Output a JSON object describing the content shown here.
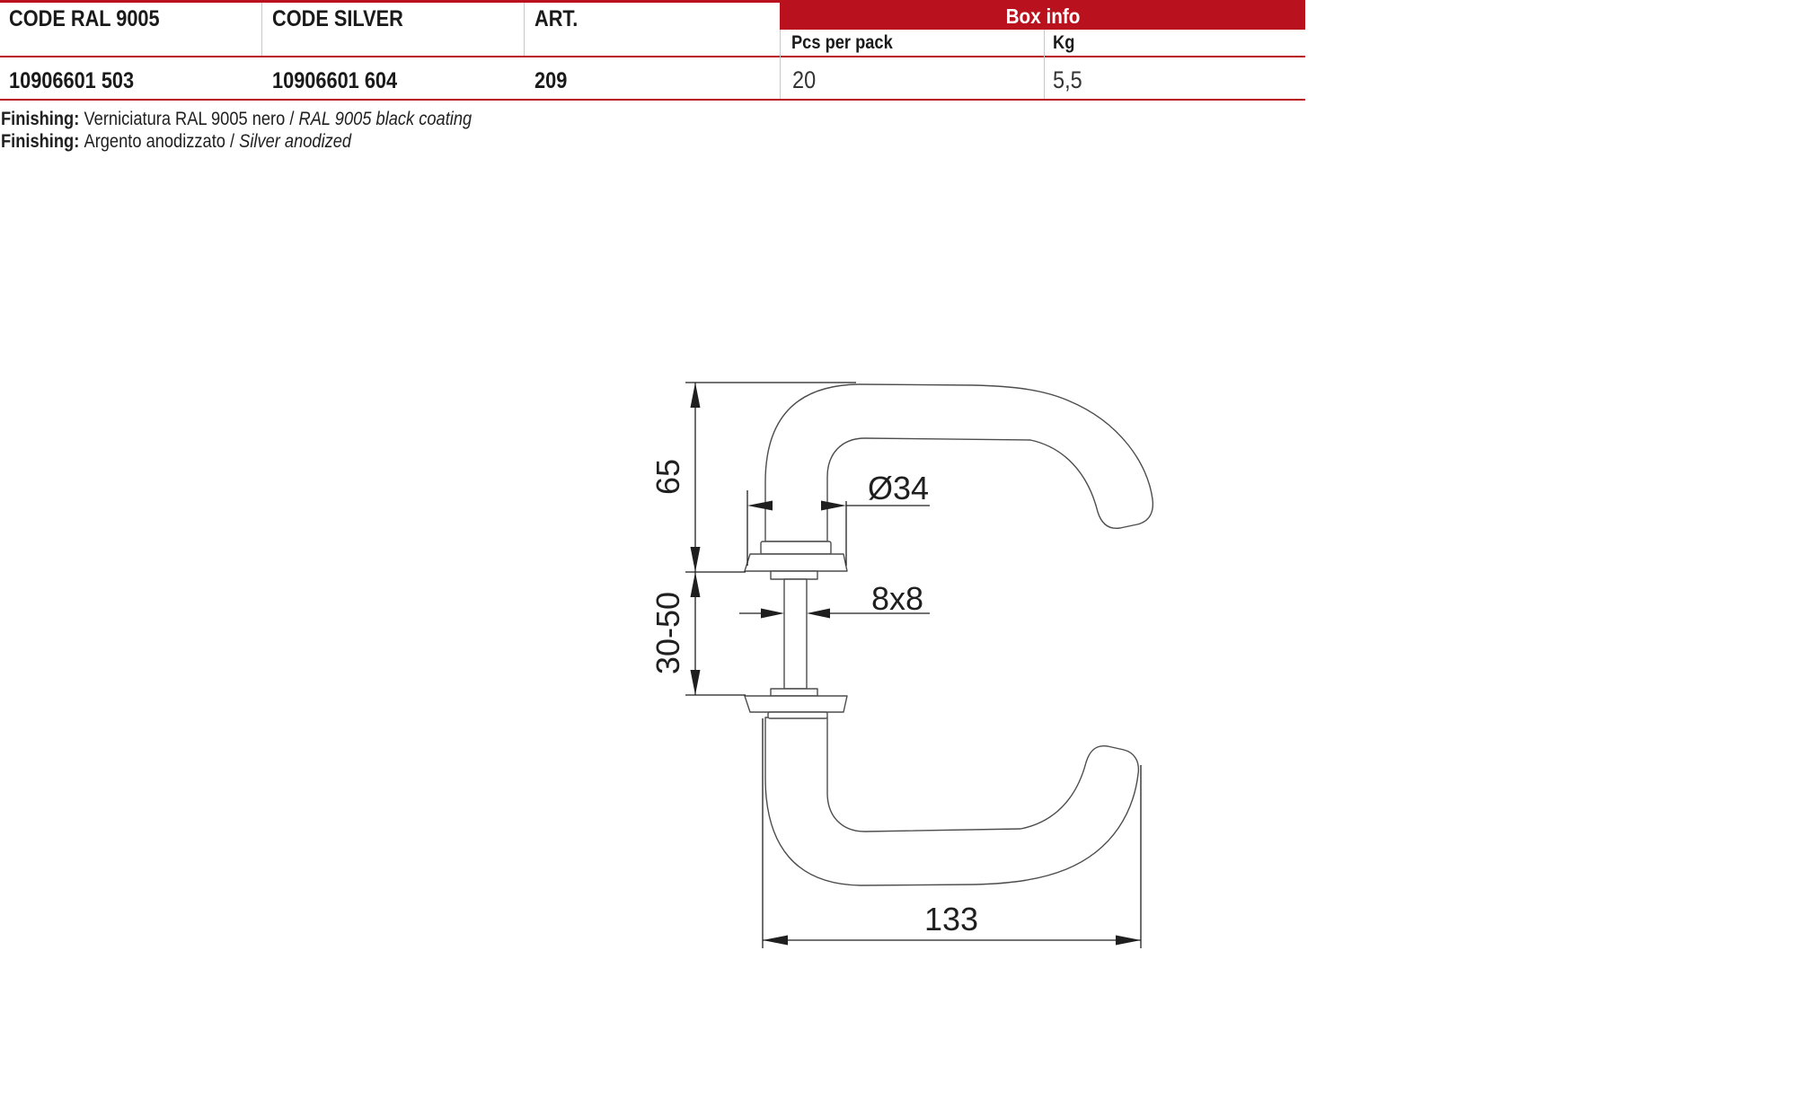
{
  "colors": {
    "accent_red": "#b9121e"
  },
  "table": {
    "columns": [
      {
        "header": "CODE RAL 9005",
        "value": "10906601 503"
      },
      {
        "header": "CODE SILVER",
        "value": "10906601 604"
      },
      {
        "header": "ART.",
        "value": "209"
      }
    ],
    "box_info": {
      "title": "Box info",
      "sub_columns": [
        {
          "header": "Pcs per pack",
          "value": "20"
        },
        {
          "header": "Kg",
          "value": "5,5"
        }
      ]
    }
  },
  "finishing_lines": [
    {
      "label": "Finishing:",
      "text": "Verniciatura RAL 9005 nero / ",
      "italic": "RAL 9005 black coating"
    },
    {
      "label": "Finishing:",
      "text": "Argento anodizzato / ",
      "italic": "Silver anodized"
    }
  ],
  "drawing": {
    "dimensions": {
      "handle_height": "65",
      "door_thickness_range": "30-50",
      "rose_diameter": "Ø34",
      "spindle_section": "8x8",
      "handle_length": "133"
    }
  }
}
